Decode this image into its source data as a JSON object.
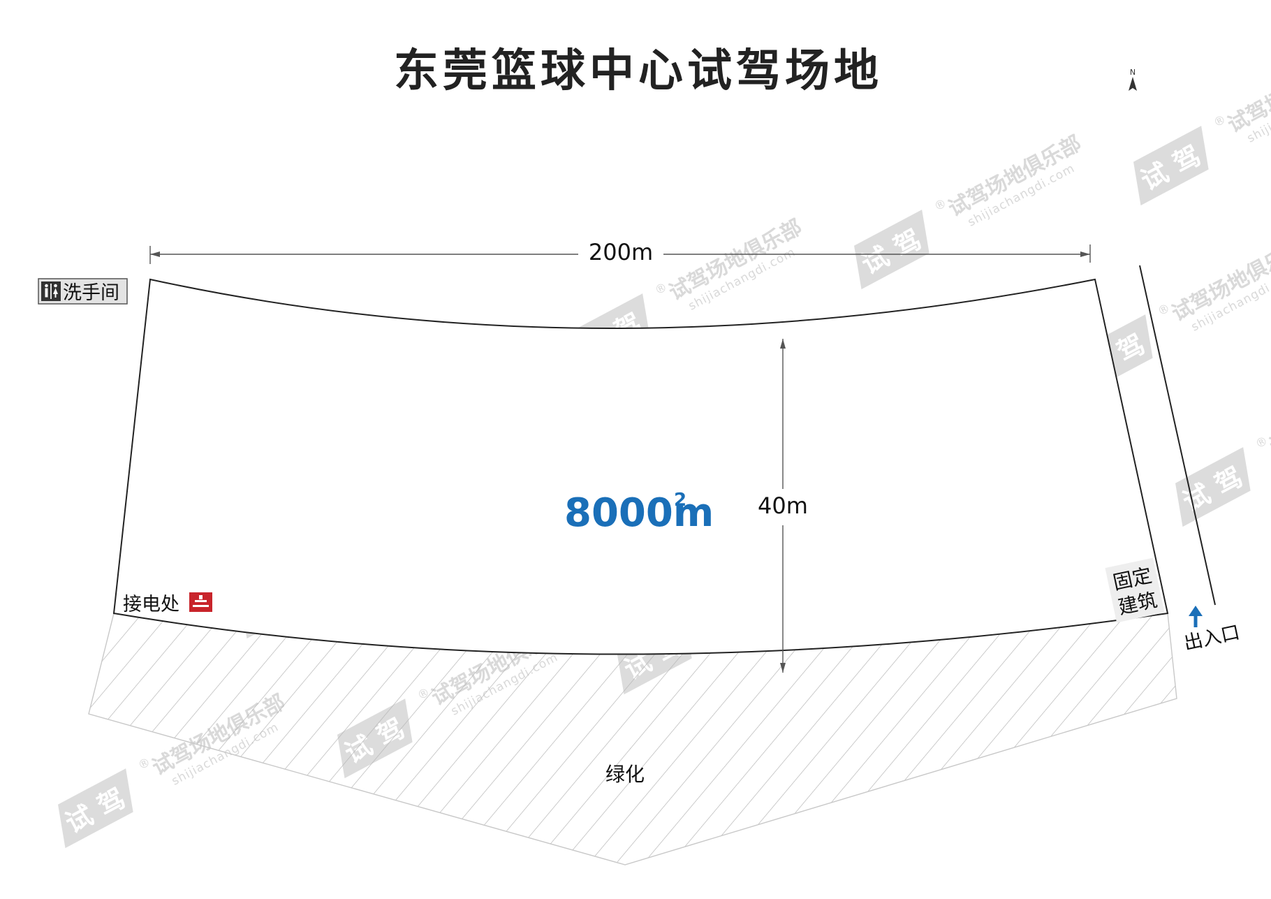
{
  "title": "东莞篮球中心试驾场地",
  "dimensions": {
    "width_label": "200m",
    "depth_label": "40m"
  },
  "area": {
    "value": "8000",
    "unit": "m",
    "unit_superscript": "2"
  },
  "labels": {
    "restroom": "洗手间",
    "power": "接电处",
    "building_line1": "固定",
    "building_line2": "建筑",
    "entrance": "出入口",
    "greenery": "绿化",
    "north": "N"
  },
  "watermark": {
    "brand": "试驾场地俱乐部",
    "domain": "shijiachangdi.com",
    "registered": "®",
    "logo_chars": [
      "试",
      "驾"
    ]
  },
  "colors": {
    "area_text": "#1a6fb8",
    "entrance_arrow": "#1a6fb8",
    "power_icon": "#c8242b",
    "restroom_bg": "#e3e3e3",
    "hatch": "#b5b5b5",
    "outline": "#222222",
    "watermark": "#d9d9d9"
  },
  "icons": {
    "restroom": "restroom-icon",
    "power": "power-outlet-icon",
    "entrance": "arrow-up-icon",
    "north": "north-arrow-icon"
  }
}
